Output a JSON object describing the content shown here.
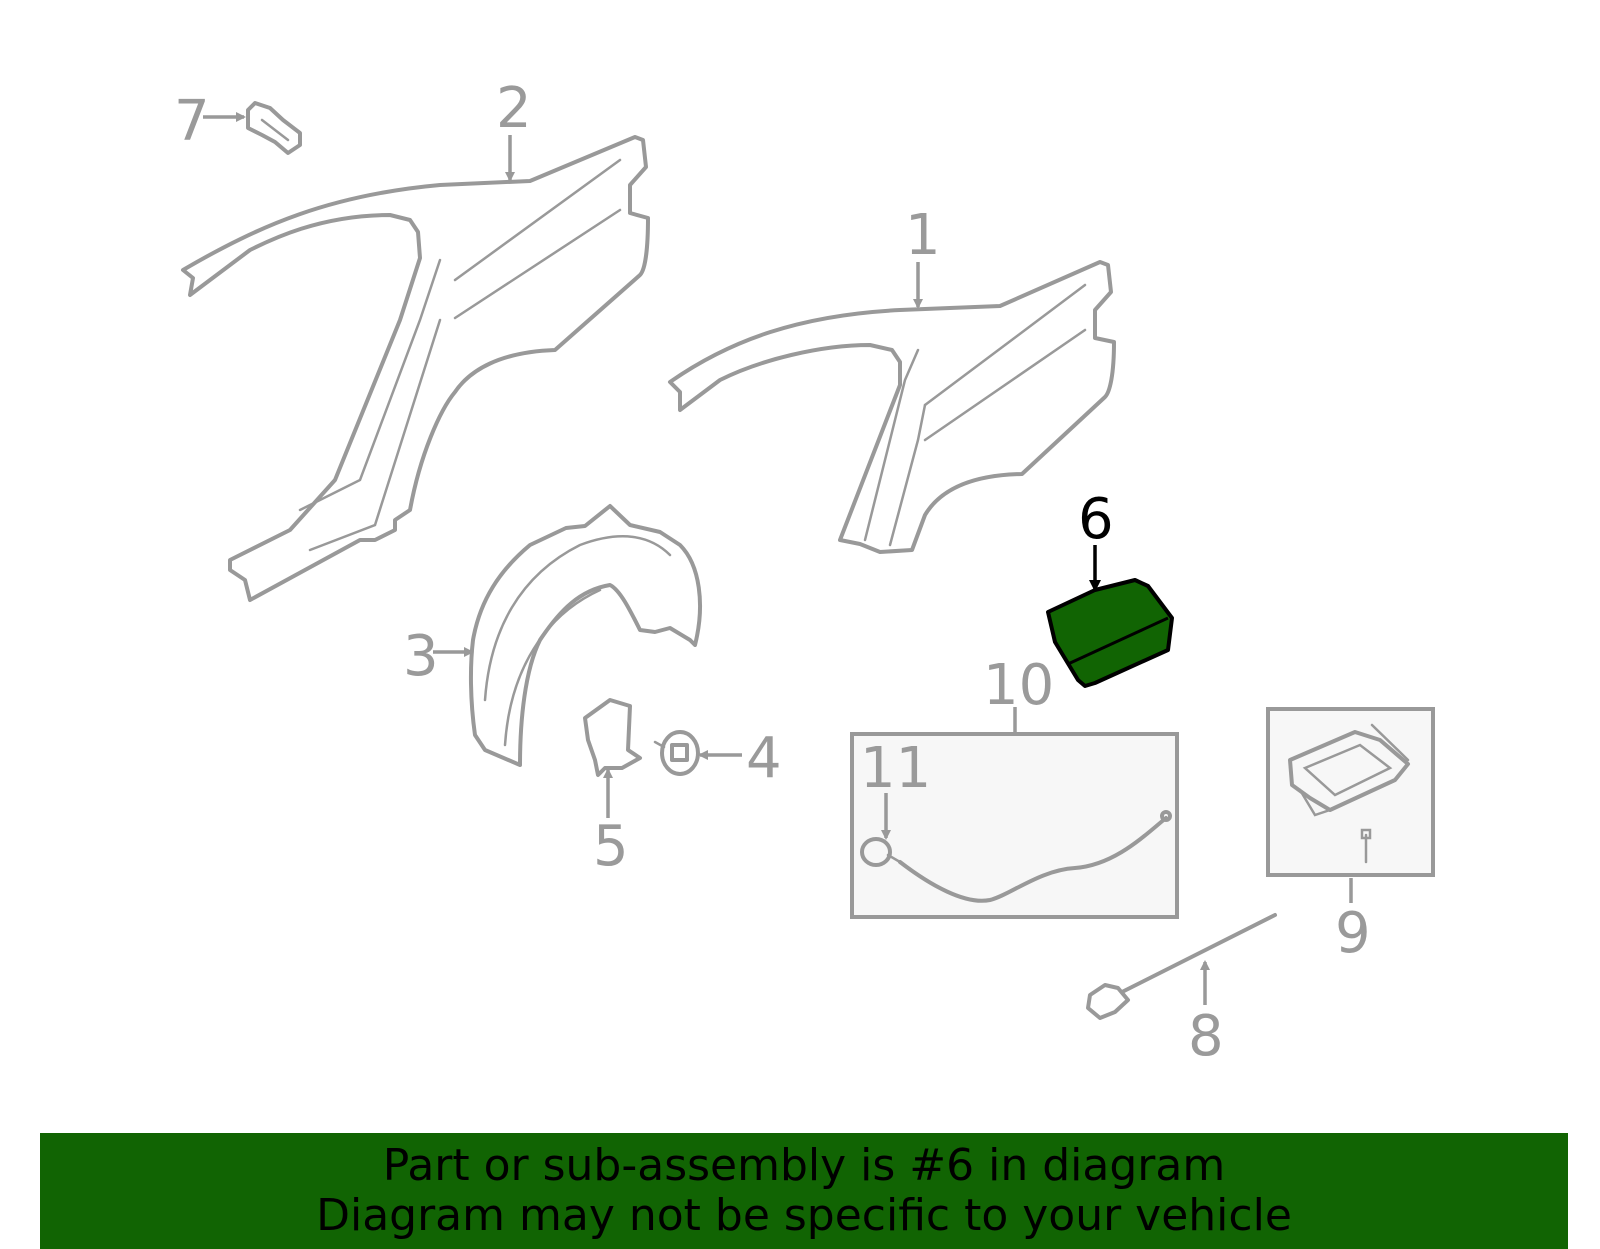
{
  "callouts": {
    "c1": "1",
    "c2": "2",
    "c3": "3",
    "c4": "4",
    "c5": "5",
    "c6": "6",
    "c7": "7",
    "c8": "8",
    "c9": "9",
    "c10": "10",
    "c11": "11"
  },
  "highlighted_part": "6",
  "colors": {
    "highlight": "#116403",
    "part_stroke": "#999999",
    "banner_bg": "#116403"
  },
  "banner": {
    "line1": "Part or sub-assembly is #6 in diagram",
    "line2": "Diagram may not be specific to your vehicle"
  }
}
